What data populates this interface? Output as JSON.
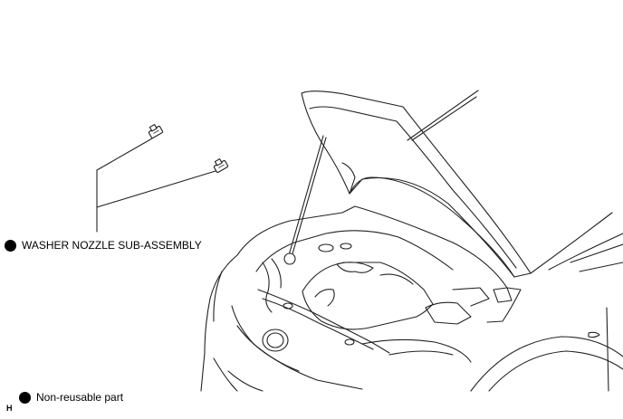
{
  "callout": {
    "part_name": "WASHER NOZZLE SUB-ASSEMBLY",
    "marker_icon": "filled-circle-icon"
  },
  "legend": {
    "text": "Non-reusable part",
    "marker_icon": "filled-circle-icon"
  },
  "illustration_code": "H"
}
